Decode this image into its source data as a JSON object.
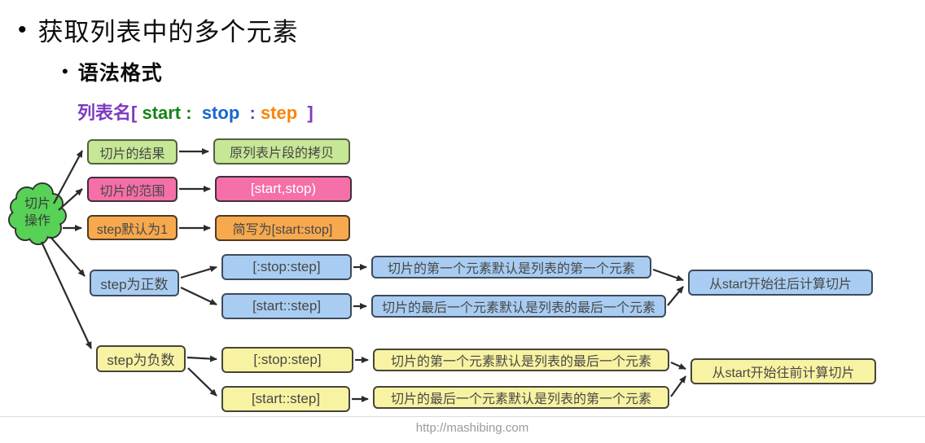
{
  "page": {
    "bullet": "•",
    "title": "获取列表中的多个元素",
    "subtitle": "语法格式",
    "footer_url": "http://mashibing.com"
  },
  "syntax": {
    "listname": "列表名[ ",
    "start": "start",
    "colon1": " :  ",
    "stop": "stop",
    "colon2": "  : ",
    "step": "step",
    "bracket_close": "  ]"
  },
  "cloud": {
    "line1": "切片",
    "line2": "操作"
  },
  "nodes": {
    "slice_result": "切片的结果",
    "slice_result_desc": "原列表片段的拷贝",
    "slice_range": "切片的范围",
    "slice_range_desc": "[start,stop)",
    "step_default": "step默认为1",
    "step_default_desc": "简写为[start:stop]",
    "step_positive": "step为正数",
    "pos_syntax1": "[:stop:step]",
    "pos_syntax1_desc": "切片的第一个元素默认是列表的第一个元素",
    "pos_syntax2": "[start::step]",
    "pos_syntax2_desc": "切片的最后一个元素默认是列表的最后一个元素",
    "pos_result": "从start开始往后计算切片",
    "step_negative": "step为负数",
    "neg_syntax1": "[:stop:step]",
    "neg_syntax1_desc": "切片的第一个元素默认是列表的最后一个元素",
    "neg_syntax2": "[start::step]",
    "neg_syntax2_desc": "切片的最后一个元素默认是列表的第一个元素",
    "neg_result": "从start开始往前计算切片"
  },
  "palette": {
    "cloud_green": "#57d257",
    "light_green": "#c6e796",
    "pink": "#f56fa8",
    "orange": "#f7a94e",
    "blue": "#a9cdf2",
    "yellow": "#f8f3a2",
    "border_dark": "#4a4a4a",
    "arrow": "#2b2b2b",
    "syntax_purple": "#7d3bbf",
    "syntax_green": "#168416",
    "syntax_blue": "#1667cf",
    "syntax_orange": "#f5860f"
  }
}
